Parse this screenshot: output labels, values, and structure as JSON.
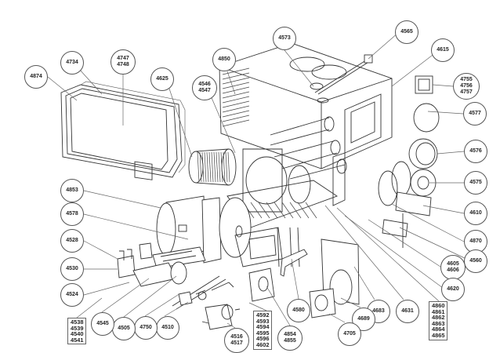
{
  "diagram": {
    "type": "exploded-parts-diagram",
    "callouts": [
      {
        "id": "c4874",
        "labels": [
          "4874"
        ]
      },
      {
        "id": "c4734",
        "labels": [
          "4734"
        ]
      },
      {
        "id": "c4747",
        "labels": [
          "4747",
          "4748"
        ]
      },
      {
        "id": "c4625",
        "labels": [
          "4625"
        ]
      },
      {
        "id": "c4546",
        "labels": [
          "4546",
          "4547"
        ]
      },
      {
        "id": "c4850",
        "labels": [
          "4850"
        ]
      },
      {
        "id": "c4573",
        "labels": [
          "4573"
        ]
      },
      {
        "id": "c4565",
        "labels": [
          "4565"
        ]
      },
      {
        "id": "c4615",
        "labels": [
          "4615"
        ]
      },
      {
        "id": "c4755",
        "labels": [
          "4755",
          "4756",
          "4757"
        ]
      },
      {
        "id": "c4577",
        "labels": [
          "4577"
        ]
      },
      {
        "id": "c4576",
        "labels": [
          "4576"
        ]
      },
      {
        "id": "c4575",
        "labels": [
          "4575"
        ]
      },
      {
        "id": "c4610",
        "labels": [
          "4610"
        ]
      },
      {
        "id": "c4870",
        "labels": [
          "4870"
        ]
      },
      {
        "id": "c4560",
        "labels": [
          "4560"
        ]
      },
      {
        "id": "c4605",
        "labels": [
          "4605",
          "4606"
        ]
      },
      {
        "id": "c4620",
        "labels": [
          "4620"
        ]
      },
      {
        "id": "c4631",
        "labels": [
          "4631"
        ]
      },
      {
        "id": "c4683",
        "labels": [
          "4683"
        ]
      },
      {
        "id": "c4689",
        "labels": [
          "4689"
        ]
      },
      {
        "id": "c4705",
        "labels": [
          "4705"
        ]
      },
      {
        "id": "c4580",
        "labels": [
          "4580"
        ]
      },
      {
        "id": "c4854",
        "labels": [
          "4854",
          "4855"
        ]
      },
      {
        "id": "c4516",
        "labels": [
          "4516",
          "4517"
        ]
      },
      {
        "id": "c4510",
        "labels": [
          "4510"
        ]
      },
      {
        "id": "c4750",
        "labels": [
          "4750"
        ]
      },
      {
        "id": "c4505",
        "labels": [
          "4505"
        ]
      },
      {
        "id": "c4545",
        "labels": [
          "4545"
        ]
      },
      {
        "id": "c4853",
        "labels": [
          "4853"
        ]
      },
      {
        "id": "c4578",
        "labels": [
          "4578"
        ]
      },
      {
        "id": "c4528",
        "labels": [
          "4528"
        ]
      },
      {
        "id": "c4530",
        "labels": [
          "4530"
        ]
      },
      {
        "id": "c4524",
        "labels": [
          "4524"
        ]
      }
    ],
    "boxed_lists": [
      {
        "id": "b4538",
        "labels": [
          "4538",
          "4539",
          "4540",
          "4541"
        ]
      },
      {
        "id": "b4592",
        "labels": [
          "4592",
          "4593",
          "4594",
          "4595",
          "4596",
          "4602"
        ]
      },
      {
        "id": "b4860",
        "labels": [
          "4860",
          "4861",
          "4862",
          "4863",
          "4864",
          "4865"
        ]
      }
    ]
  }
}
